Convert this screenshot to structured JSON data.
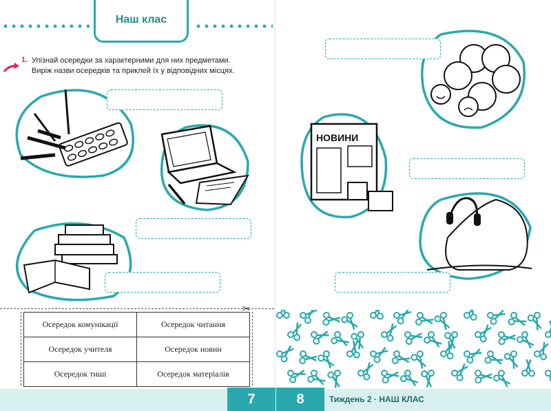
{
  "header": {
    "title": "Наш клас"
  },
  "task": {
    "number": "1.",
    "line1": "Упізнай осередки за характерними для них предметами.",
    "line2": "Виріж назви осередків та приклей їх у відповідних місцях."
  },
  "illustrations": {
    "news_board_label": "НОВИНИ"
  },
  "cutouts": {
    "rows": [
      [
        "Осередок комунікації",
        "Осередок читання"
      ],
      [
        "Осередок учителя",
        "Осередок новин"
      ],
      [
        "Осередок тиші",
        "Осередок матеріалів"
      ]
    ]
  },
  "footer": {
    "page_left": "7",
    "page_right": "8",
    "week_label": "Тиждень 2 · НАШ КЛАС"
  },
  "colors": {
    "accent": "#29a9ad",
    "marker": "#e51e60",
    "footer_bg": "#d8f0f0"
  }
}
